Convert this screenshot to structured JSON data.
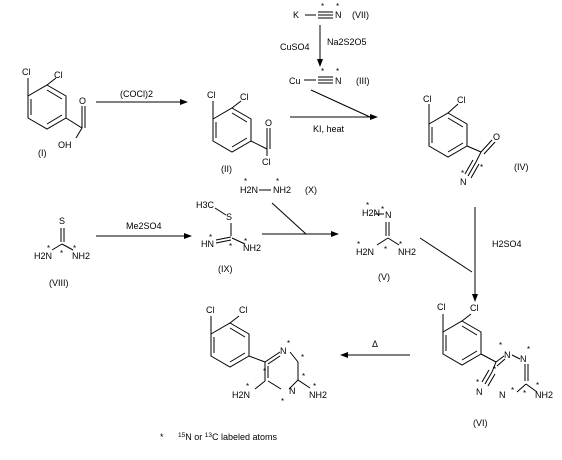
{
  "compounds": {
    "I": {
      "id": "(I)",
      "atoms": {
        "cl1": "Cl",
        "cl2": "Cl",
        "o": "O",
        "oh": "OH"
      }
    },
    "II": {
      "id": "(II)",
      "atoms": {
        "cl1": "Cl",
        "cl2": "Cl",
        "o": "O",
        "cl3": "Cl"
      }
    },
    "III": {
      "id": "(III)",
      "atoms": {
        "cu": "Cu",
        "n": "N"
      }
    },
    "IV": {
      "id": "(IV)",
      "atoms": {
        "cl1": "Cl",
        "cl2": "Cl",
        "o": "O",
        "n": "N"
      }
    },
    "V": {
      "id": "(V)",
      "atoms": {
        "h2n_top": "H2N",
        "n_eq": "N",
        "h2n_left": "H2N",
        "nh2_right": "NH2"
      }
    },
    "VI": {
      "id": "(VI)",
      "atoms": {
        "cl1": "Cl",
        "cl2": "Cl",
        "n_cn": "N",
        "n_1": "N",
        "n_2": "N",
        "n_3": "N",
        "nh2": "NH2"
      }
    },
    "VII": {
      "id": "(VII)",
      "atoms": {
        "k": "K",
        "n": "N"
      }
    },
    "VIII": {
      "id": "(VIII)",
      "atoms": {
        "s": "S",
        "h2n": "H2N",
        "nh2": "NH2"
      }
    },
    "IX": {
      "id": "(IX)",
      "atoms": {
        "ch3": "H3C",
        "s": "S",
        "hn": "HN",
        "nh2": "NH2"
      }
    },
    "X": {
      "id": "(X)",
      "atoms": {
        "h2n": "H2N",
        "nh2": "NH2"
      }
    },
    "product": {
      "atoms": {
        "cl1": "Cl",
        "cl2": "Cl",
        "n1": "N",
        "n2": "N",
        "n3": "N",
        "h2n": "H2N",
        "nh2": "NH2"
      }
    }
  },
  "reagents": {
    "oxalyl": "(COCl)2",
    "cuso4": "CuSO4",
    "na2s2o5": "Na2S2O5",
    "ki_heat": "KI,  heat",
    "me2so4": "Me2SO4",
    "h2so4": "H2SO4",
    "delta": "Δ"
  },
  "label_mark": "*",
  "footnote": {
    "mark": "*",
    "iso_n": "15",
    "n": "N or ",
    "iso_c": "13",
    "c": "C labeled atoms"
  }
}
